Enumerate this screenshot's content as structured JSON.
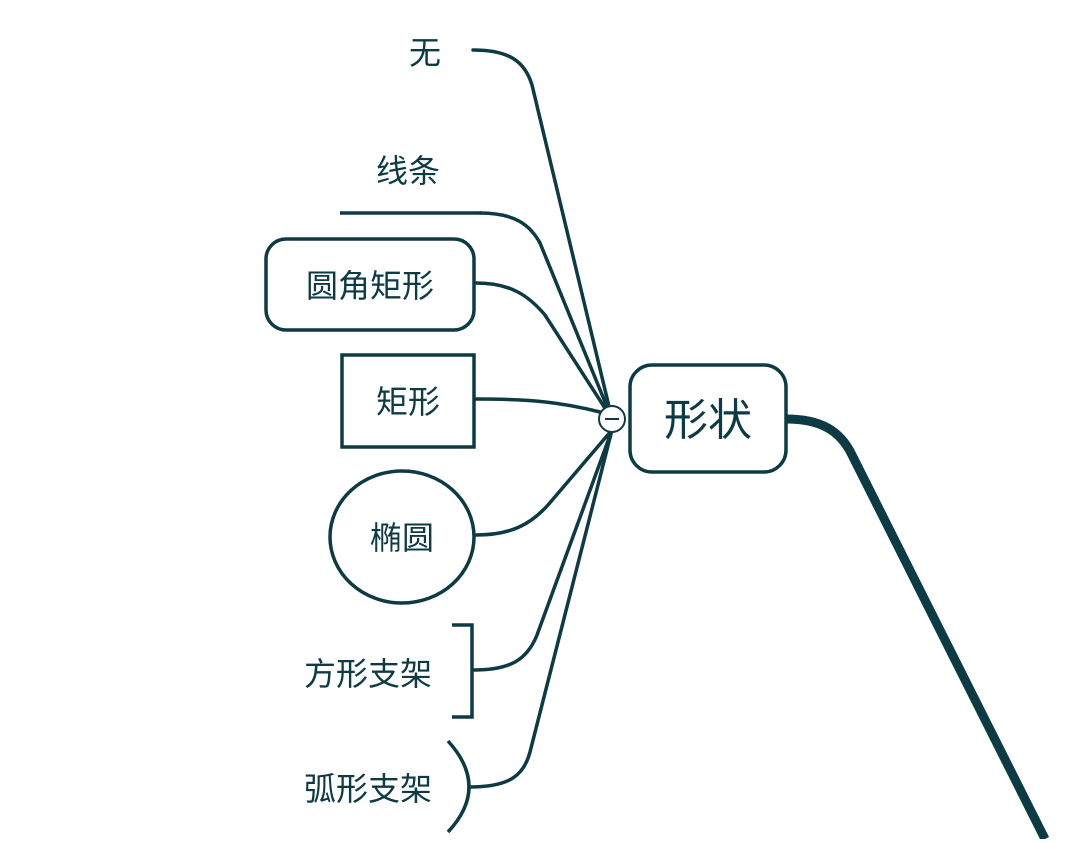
{
  "central": {
    "label": "形状"
  },
  "children": [
    {
      "label": "无",
      "shape": "none"
    },
    {
      "label": "线条",
      "shape": "underline"
    },
    {
      "label": "圆角矩形",
      "shape": "rounded-rectangle"
    },
    {
      "label": "矩形",
      "shape": "rectangle"
    },
    {
      "label": "椭圆",
      "shape": "ellipse"
    },
    {
      "label": "方形支架",
      "shape": "square-bracket"
    },
    {
      "label": "弧形支架",
      "shape": "arc-bracket"
    }
  ],
  "colors": {
    "line": "#0e3a44",
    "background": "#ffffff"
  },
  "collapse_icon": "minus-circle-icon"
}
